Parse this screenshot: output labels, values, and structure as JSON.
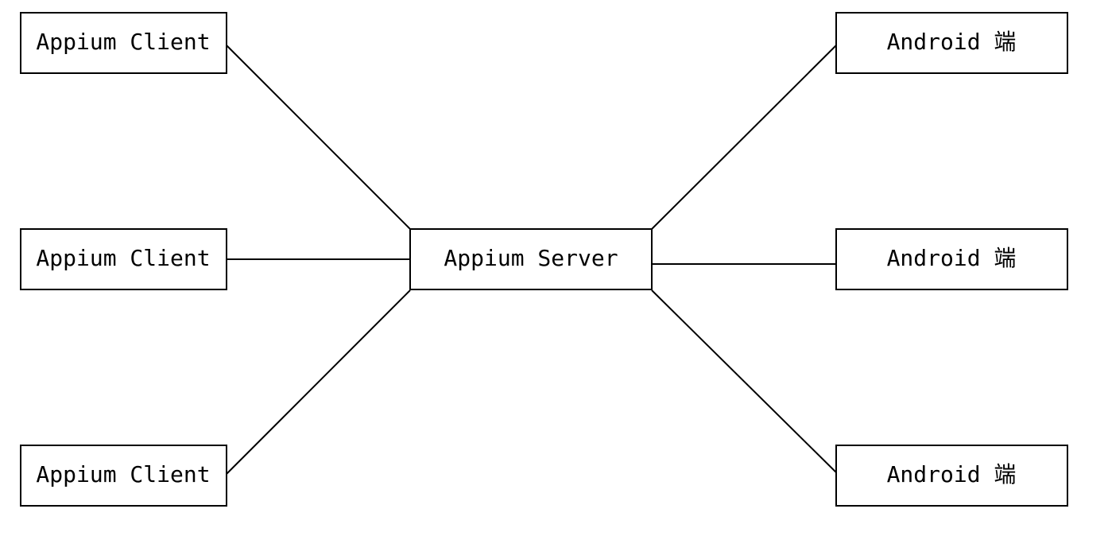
{
  "diagram": {
    "clients": [
      {
        "label": "Appium Client"
      },
      {
        "label": "Appium Client"
      },
      {
        "label": "Appium Client"
      }
    ],
    "server": {
      "label": "Appium Server"
    },
    "devices": [
      {
        "label": "Android 端"
      },
      {
        "label": "Android 端"
      },
      {
        "label": "Android 端"
      }
    ]
  }
}
